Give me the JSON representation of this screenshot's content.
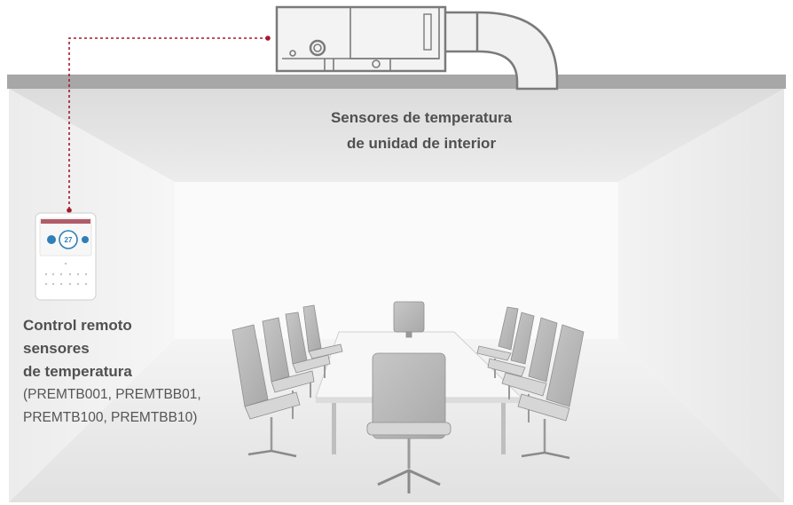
{
  "indoor_unit_label": {
    "line1": "Sensores de temperatura",
    "line2": "de unidad de interior"
  },
  "remote_label": {
    "line1": "Control remoto",
    "line2": "sensores",
    "line3": "de temperatura",
    "models_line1": "(PREMTB001, PREMTBB01,",
    "models_line2": "PREMTB100, PREMTBB10)"
  },
  "remote_display": {
    "temperature": "27"
  },
  "colors": {
    "accent_connector": "#a6192e",
    "ceiling_slab": "#a7a7a7"
  }
}
